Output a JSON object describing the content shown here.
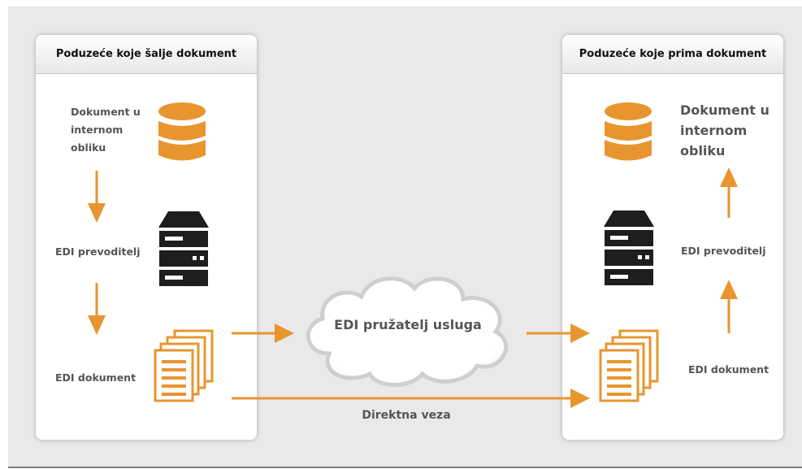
{
  "sender": {
    "title": "Poduzeće koje šalje dokument",
    "internal_doc": "Dokument u internom obliku",
    "translator": "EDI prevoditelj",
    "edi_doc": "EDI dokument"
  },
  "receiver": {
    "title": "Poduzeće koje prima dokument",
    "internal_doc": "Dokument u internom obliku",
    "translator": "EDI prevoditelj",
    "edi_doc": "EDI dokument"
  },
  "cloud": {
    "label": "EDI pružatelj usluga"
  },
  "direct_link": {
    "label": "Direktna veza"
  },
  "colors": {
    "accent": "#e8952f",
    "server": "#1e1e1e",
    "background": "#e9e9e9",
    "panel": "#ffffff"
  },
  "icons": [
    "database-icon",
    "server-icon",
    "documents-icon",
    "cloud-icon",
    "arrow-icon"
  ]
}
